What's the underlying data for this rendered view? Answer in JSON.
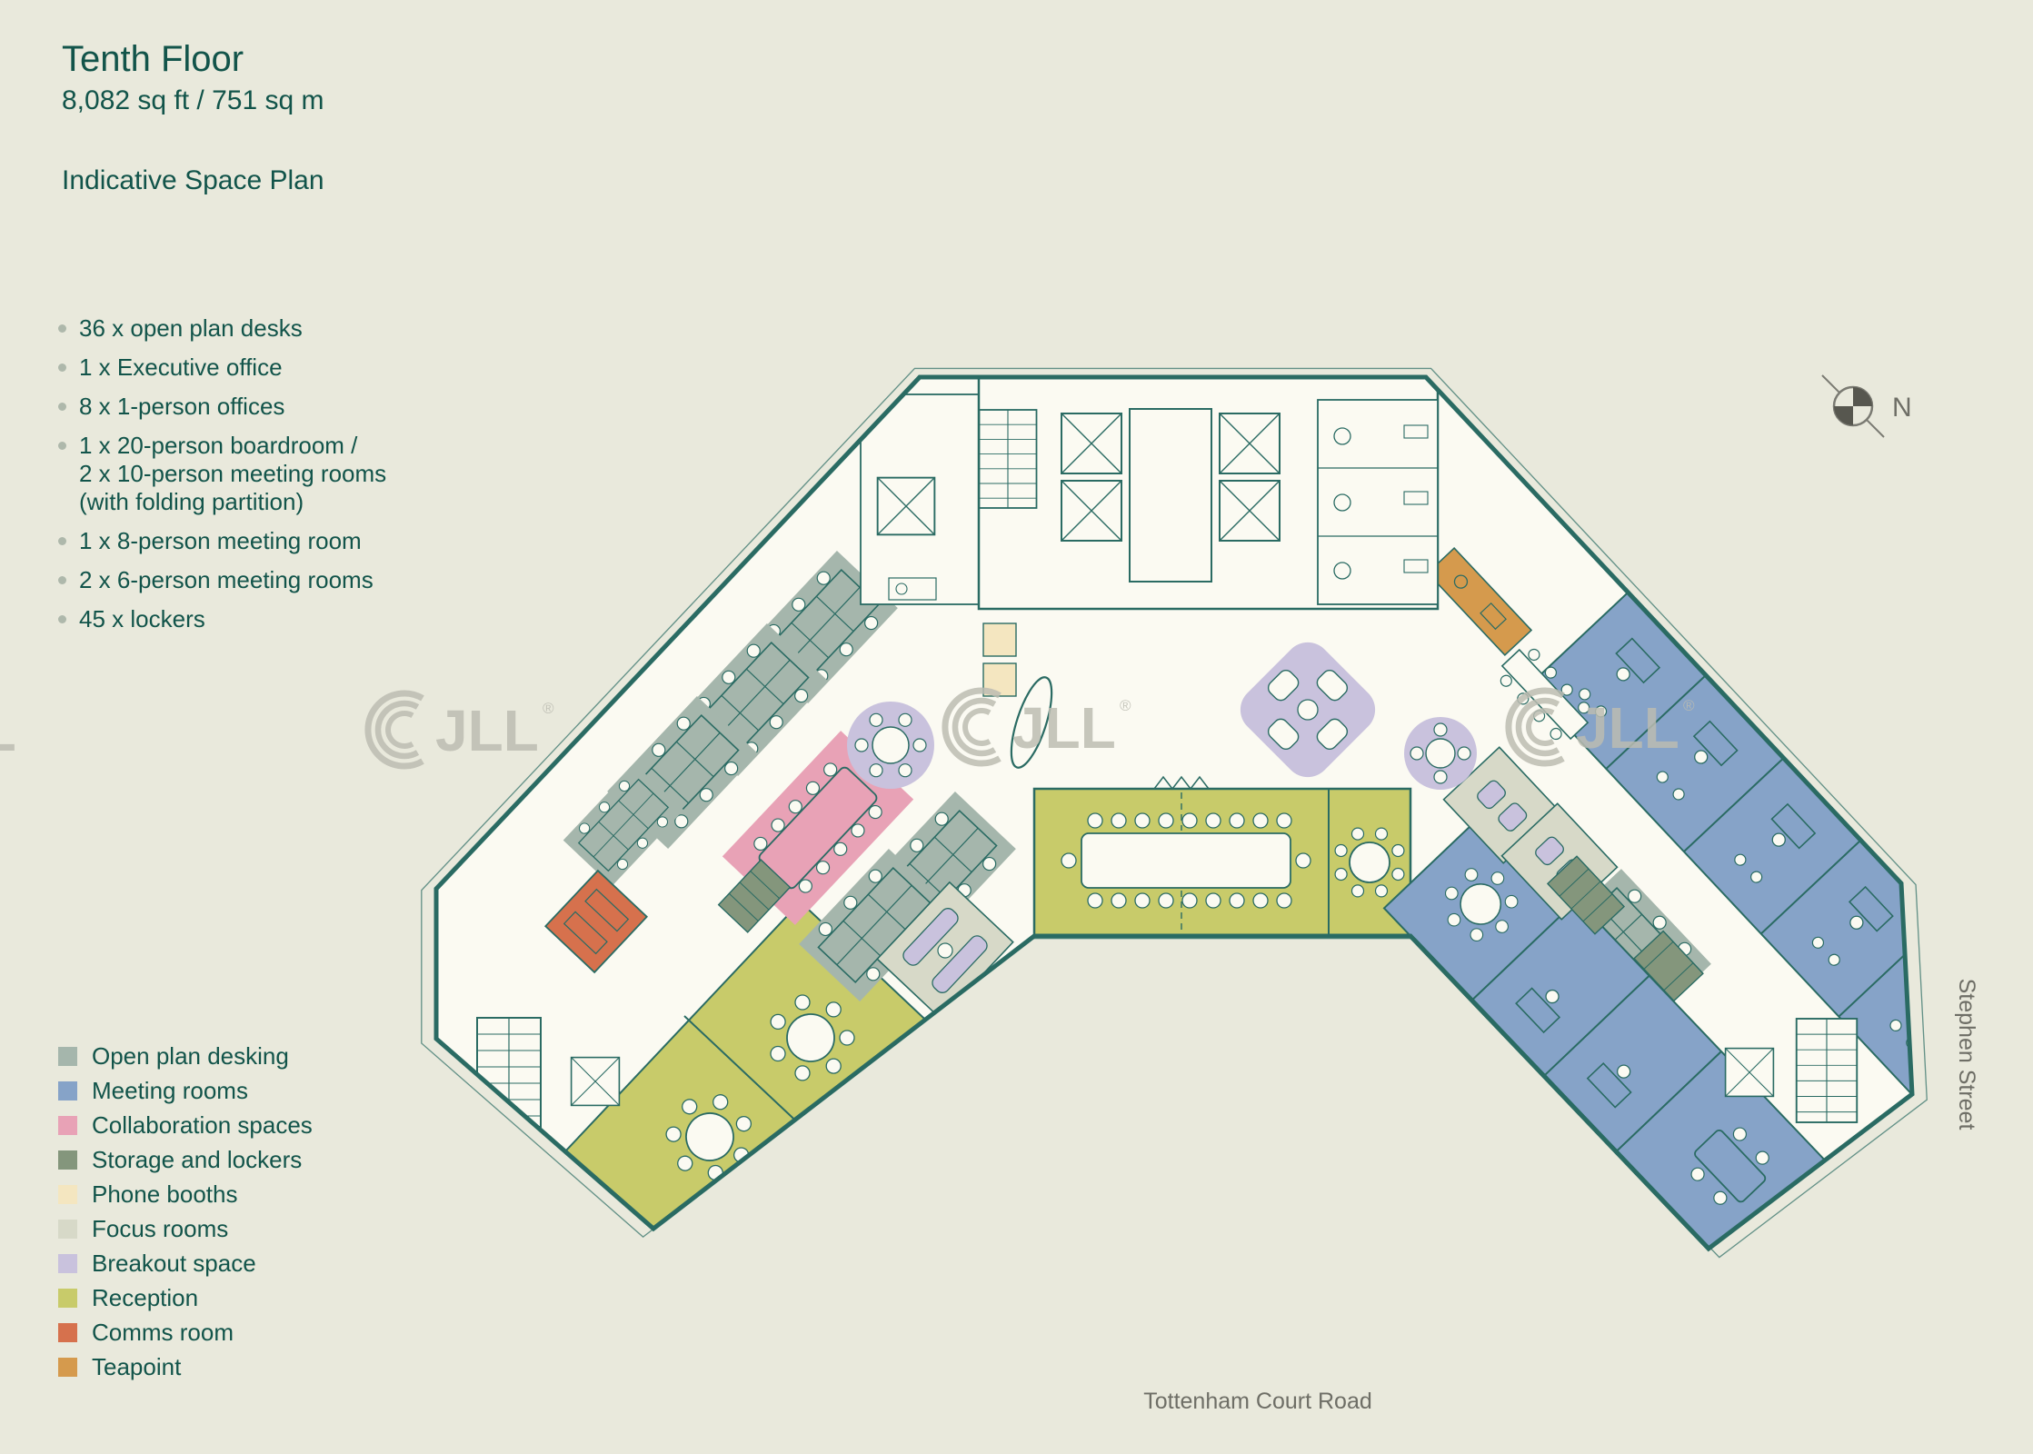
{
  "header": {
    "title": "Tenth Floor",
    "area": "8,082 sq ft / 751 sq m",
    "plan_type": "Indicative Space Plan"
  },
  "features": [
    {
      "lines": [
        "36 x open plan desks"
      ]
    },
    {
      "lines": [
        "1 x Executive office"
      ]
    },
    {
      "lines": [
        "8 x 1-person offices"
      ]
    },
    {
      "lines": [
        "1 x 20-person boardroom /",
        "2 x 10-person meeting rooms",
        "(with folding partition)"
      ]
    },
    {
      "lines": [
        "1 x 8-person meeting room"
      ]
    },
    {
      "lines": [
        "2 x 6-person meeting rooms"
      ]
    },
    {
      "lines": [
        "45 x lockers"
      ]
    }
  ],
  "legend": [
    {
      "label": "Open plan desking",
      "color": "#a5b6ac"
    },
    {
      "label": "Meeting rooms",
      "color": "#86a3c8"
    },
    {
      "label": "Collaboration spaces",
      "color": "#e8a2b6"
    },
    {
      "label": "Storage and lockers",
      "color": "#84967c"
    },
    {
      "label": "Phone booths",
      "color": "#f4e6c0"
    },
    {
      "label": "Focus rooms",
      "color": "#d7d9c8"
    },
    {
      "label": "Breakout space",
      "color": "#c9c2dd"
    },
    {
      "label": "Reception",
      "color": "#c8cb6a"
    },
    {
      "label": "Comms room",
      "color": "#d6714d"
    },
    {
      "label": "Teapoint",
      "color": "#d59a4d"
    }
  ],
  "plan": {
    "north_label": "N",
    "street_right": "Stephen Street",
    "street_bottom": "Tottenham Court Road",
    "watermark": "JLL",
    "watermark_reg": "®"
  },
  "colors": {
    "bg": "#e9e9dc",
    "floor": "#fbfaf2",
    "outline": "#2a6b63",
    "text": "#12544a",
    "street": "#6e6e66",
    "watermark": "#bcbcb2",
    "dot": "#aeb8ab",
    "openplan": "#a5b6ac",
    "meeting": "#86a3c8",
    "collab": "#e8a2b6",
    "storage": "#84967c",
    "phone": "#f4e6c0",
    "focus": "#d7d9c8",
    "breakout": "#c9c2dd",
    "reception": "#c8cb6a",
    "comms": "#d6714d",
    "teapoint": "#d59a4d"
  }
}
